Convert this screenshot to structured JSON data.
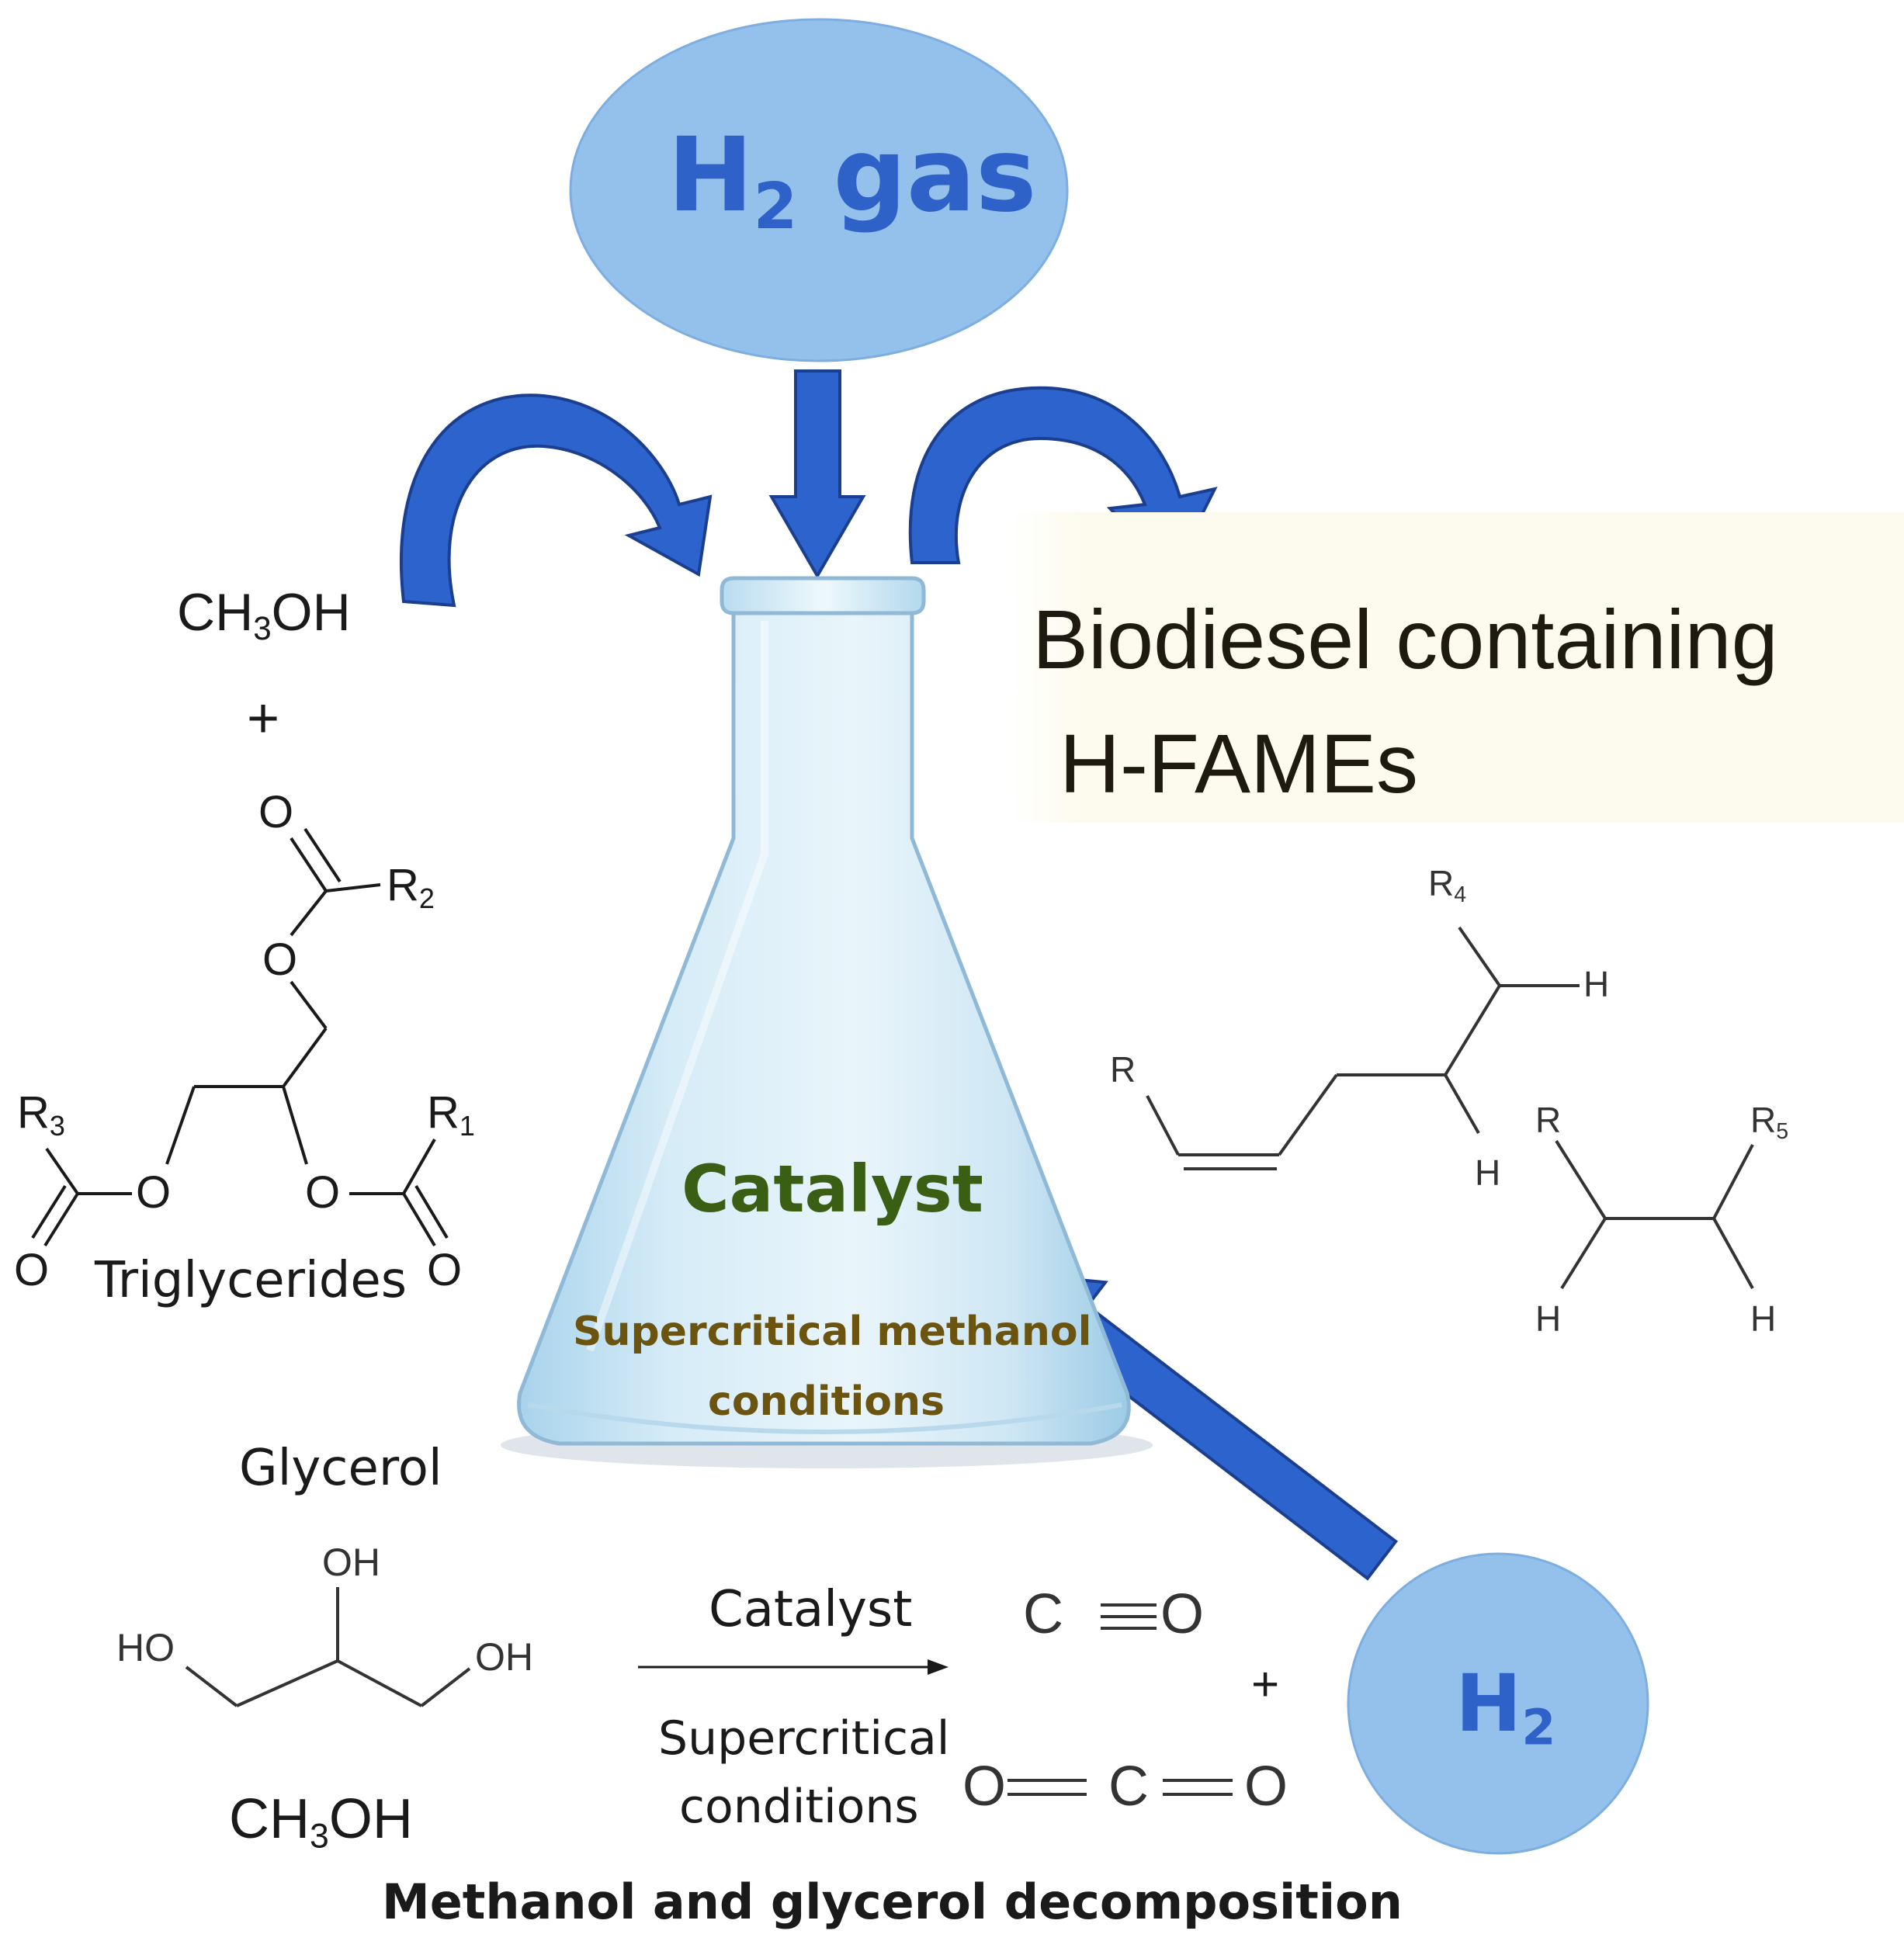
{
  "h2_gas_bubble": {
    "h": "H",
    "sub": "2",
    "rest": " gas"
  },
  "h2_bubble": {
    "h": "H",
    "sub": "2"
  },
  "biodiesel": {
    "line1": "Biodiesel containing",
    "line2": "H-FAMEs"
  },
  "flask": {
    "catalyst": "Catalyst",
    "conditions_line1": "Supercritical methanol",
    "conditions_line2": "conditions"
  },
  "reactants": {
    "methanol": {
      "pre": "CH",
      "sub": "3",
      "post": "OH"
    },
    "plus": "+",
    "triglycerides": "Triglycerides",
    "atoms": {
      "o_top": "O",
      "r2": "R",
      "r2_sub": "2",
      "o_ester_top": "O",
      "r3": "R",
      "r3_sub": "3",
      "r1": "R",
      "r1_sub": "1",
      "o_left": "O",
      "o_right": "O",
      "o_carbonyl_left": "O",
      "o_carbonyl_right": "O"
    }
  },
  "products": {
    "atoms": {
      "r4": "R",
      "r4_sub": "4",
      "h_a": "H",
      "r_a": "R",
      "h_b": "H",
      "r_b": "R",
      "r5": "R",
      "r5_sub": "5",
      "h_c": "H",
      "h_d": "H"
    }
  },
  "decomposition": {
    "glycerol": "Glycerol",
    "oh_top": "OH",
    "ho_left": "HO",
    "oh_right": "OH",
    "methanol": {
      "pre": "CH",
      "sub": "3",
      "post": "OH"
    },
    "arrow_top": "Catalyst",
    "arrow_bottom_line1": "Supercritical",
    "arrow_bottom_line2": "conditions",
    "co": {
      "c": "C",
      "o": "O"
    },
    "plus": "+",
    "co2": {
      "o1": "O",
      "c": "C",
      "o2": "O"
    },
    "caption": "Methanol and glycerol decomposition"
  },
  "colors": {
    "arrow_blue": "#2d63cc",
    "arrow_edge": "#1b3f8e",
    "bubble_fill": "#94c1ec",
    "bubble_text": "#2f62c8",
    "catalyst_text": "#3a5f14",
    "conditions_text": "#6a5410",
    "text_dark": "#1a1a1a"
  }
}
